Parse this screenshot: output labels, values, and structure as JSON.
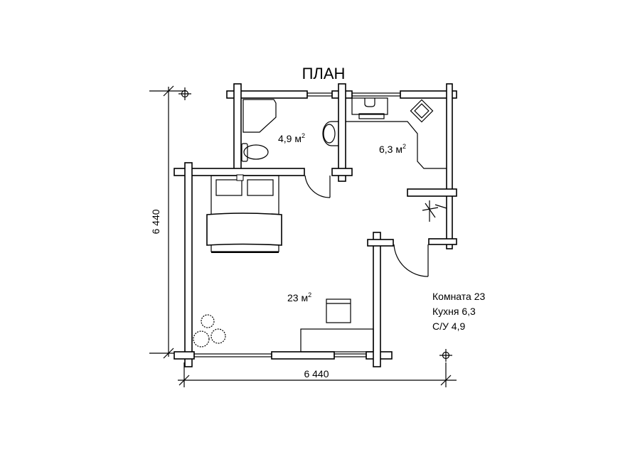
{
  "title": "ПЛАН",
  "rooms": [
    {
      "name": "bathroom",
      "area": "4,9 м",
      "sup": "2"
    },
    {
      "name": "kitchen",
      "area": "6,3 м",
      "sup": "2"
    },
    {
      "name": "room",
      "area": "23 м",
      "sup": "2"
    }
  ],
  "dimensions": {
    "vertical": "6 440",
    "horizontal": "6 440"
  },
  "legend": [
    "Комната 23",
    "Кухня 6,3",
    "С/У 4,9"
  ]
}
